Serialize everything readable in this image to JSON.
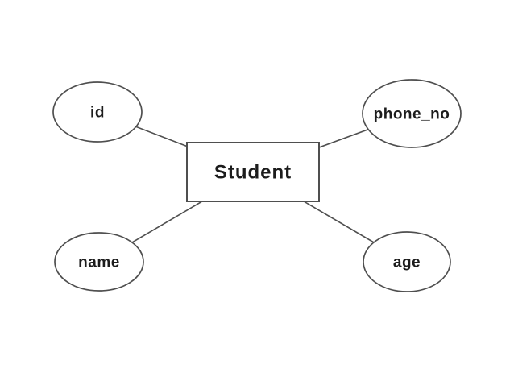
{
  "diagram": {
    "type": "er-diagram",
    "entity": {
      "label": "Student",
      "shape": "rectangle"
    },
    "attributes": [
      {
        "label": "id",
        "shape": "ellipse",
        "position": "top-left"
      },
      {
        "label": "phone_no",
        "shape": "ellipse",
        "position": "top-right"
      },
      {
        "label": "name",
        "shape": "ellipse",
        "position": "bottom-left"
      },
      {
        "label": "age",
        "shape": "ellipse",
        "position": "bottom-right"
      }
    ],
    "connections": [
      {
        "from": "id",
        "to": "Student"
      },
      {
        "from": "phone_no",
        "to": "Student"
      },
      {
        "from": "name",
        "to": "Student"
      },
      {
        "from": "age",
        "to": "Student"
      }
    ],
    "colors": {
      "background": "#ffffff",
      "stroke": "#4f4f4f",
      "text": "#1c1c1c"
    }
  }
}
